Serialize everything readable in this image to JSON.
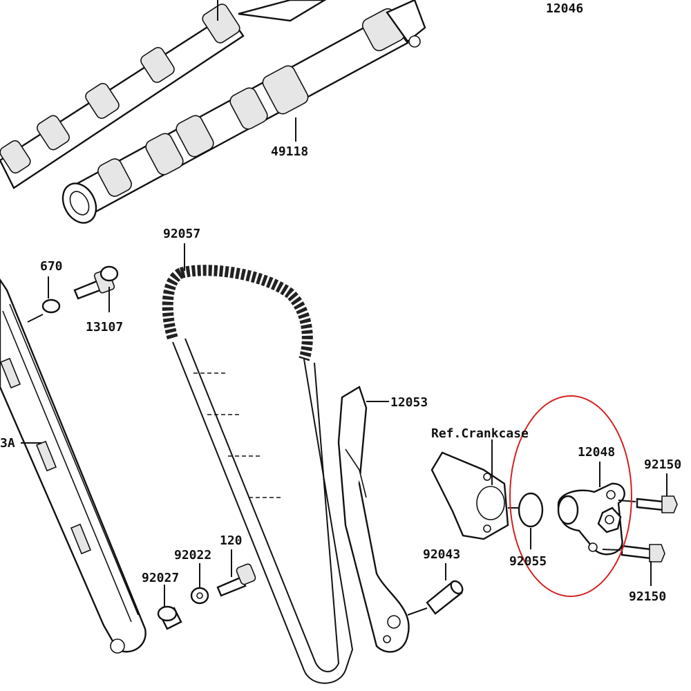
{
  "labels": {
    "p12046": "12046",
    "p49118": "49118",
    "p92057": "92057",
    "p670": "670",
    "p13107": "13107",
    "p3a": "3A",
    "p12053": "12053",
    "ref_crankcase": "Ref.Crankcase",
    "p12048": "12048",
    "p92150_top": "92150",
    "p92150_bottom": "92150",
    "p92055": "92055",
    "p92043": "92043",
    "p92022": "92022",
    "p120": "120",
    "p92027": "92027"
  },
  "colors": {
    "line": "#111111",
    "highlight_circle": "#d42020",
    "background": "#ffffff"
  }
}
